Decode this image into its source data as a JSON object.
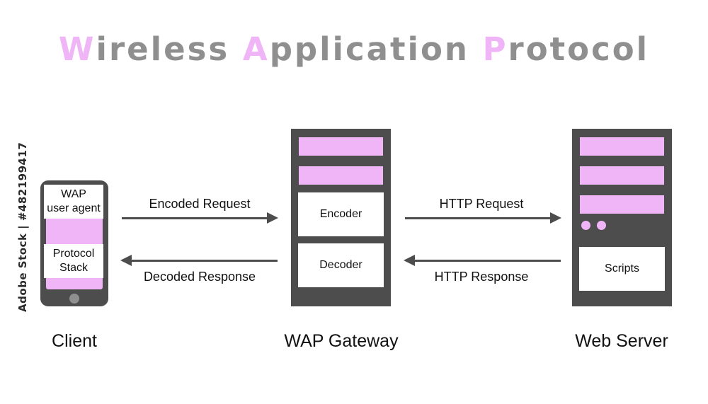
{
  "title": {
    "full": "Wireless Application Protocol",
    "segments": [
      {
        "text": "W",
        "accent": true
      },
      {
        "text": "ireless ",
        "accent": false
      },
      {
        "text": "A",
        "accent": true
      },
      {
        "text": "pplication ",
        "accent": false
      },
      {
        "text": "P",
        "accent": true
      },
      {
        "text": "rotocol",
        "accent": false
      }
    ]
  },
  "watermark": "Adobe Stock | #482199417",
  "colors": {
    "accent_pink": "#efb5f7",
    "dark_gray": "#4d4d4d",
    "title_gray": "#8f8f8f",
    "background": "#ffffff",
    "text": "#111111"
  },
  "nodes": {
    "client": {
      "caption": "Client",
      "boxes": [
        {
          "line1": "WAP",
          "line2": "user agent"
        },
        {
          "line1": "Protocol",
          "line2": "Stack"
        }
      ],
      "home_button": "home-button"
    },
    "gateway": {
      "caption": "WAP Gateway",
      "bars": 2,
      "boxes": [
        {
          "label": "Encoder"
        },
        {
          "label": "Decoder"
        }
      ]
    },
    "server": {
      "caption": "Web Server",
      "bars": 3,
      "dots": 2,
      "boxes": [
        {
          "label": "Scripts"
        }
      ]
    }
  },
  "arrows": [
    {
      "label": "Encoded Request",
      "direction": "right",
      "from": "client",
      "to": "gateway"
    },
    {
      "label": "Decoded Response",
      "direction": "left",
      "from": "gateway",
      "to": "client"
    },
    {
      "label": "HTTP Request",
      "direction": "right",
      "from": "gateway",
      "to": "server"
    },
    {
      "label": "HTTP Response",
      "direction": "left",
      "from": "server",
      "to": "gateway"
    }
  ]
}
